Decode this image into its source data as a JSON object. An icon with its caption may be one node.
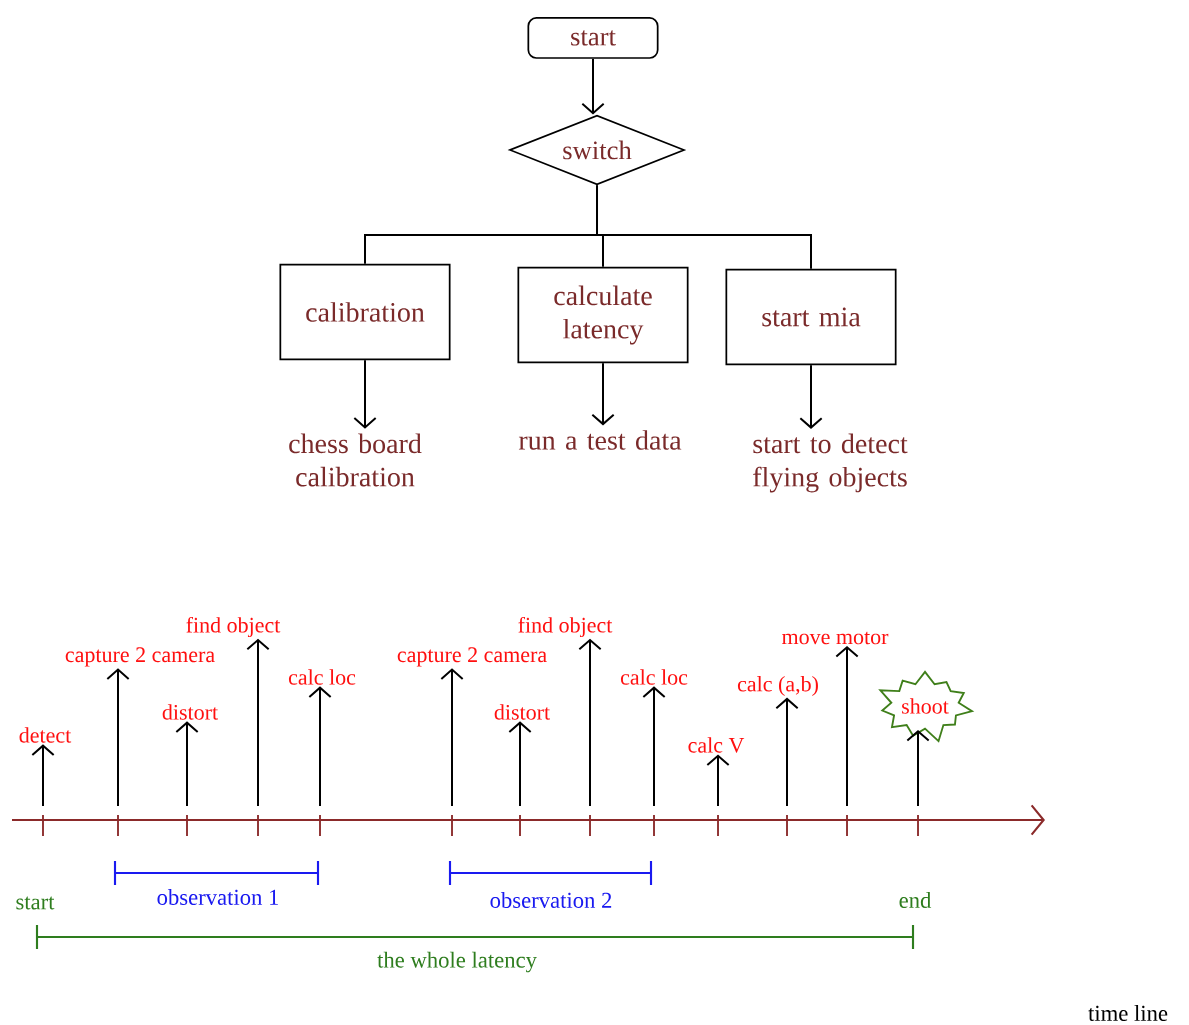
{
  "diagram": {
    "nodes": [
      {
        "text": [
          "start"
        ]
      },
      {
        "text": [
          "switch"
        ]
      },
      {
        "text": [
          "calibration"
        ]
      },
      {
        "text": [
          "calculate latency"
        ]
      },
      {
        "text": [
          "start mia"
        ]
      },
      {
        "text": [
          "chess board calibration"
        ]
      },
      {
        "text": [
          "run a test data"
        ]
      },
      {
        "text": [
          "start to detect flying objects"
        ]
      },
      {
        "text": [
          "detect"
        ]
      },
      {
        "text": [
          "capture 2 camera"
        ]
      },
      {
        "text": [
          "distort"
        ]
      },
      {
        "text": [
          "find object"
        ]
      },
      {
        "text": [
          "calc loc"
        ]
      },
      {
        "text": [
          "capture 2 camera"
        ]
      },
      {
        "text": [
          "distort"
        ]
      },
      {
        "text": [
          "find object"
        ]
      },
      {
        "text": [
          "calc loc"
        ]
      },
      {
        "text": [
          "calc V"
        ]
      },
      {
        "text": [
          "calc (a,b)"
        ]
      },
      {
        "text": [
          "move motor"
        ]
      },
      {
        "text": [
          "shoot"
        ]
      },
      {
        "text": [],
        "shape": "arrow"
      }
    ],
    "edges": [
      {
        "from": 0,
        "to": 1,
        "arrow": "to"
      },
      {
        "from": 1,
        "to": 2,
        "arrow": "none"
      },
      {
        "from": 1,
        "to": 3,
        "arrow": "none"
      },
      {
        "from": 1,
        "to": 4,
        "arrow": "none"
      },
      {
        "from": 2,
        "to": 5,
        "arrow": "to"
      },
      {
        "from": 3,
        "to": 6,
        "arrow": "to"
      },
      {
        "from": 4,
        "to": 7,
        "arrow": "to"
      },
      {
        "from": 21,
        "to": 8,
        "arrow": "to"
      },
      {
        "from": 21,
        "to": 9,
        "arrow": "to"
      },
      {
        "from": 21,
        "to": 10,
        "arrow": "to"
      },
      {
        "from": 21,
        "to": 11,
        "arrow": "to"
      },
      {
        "from": 21,
        "to": 12,
        "arrow": "to"
      },
      {
        "from": 21,
        "to": 13,
        "arrow": "to"
      },
      {
        "from": 21,
        "to": 14,
        "arrow": "to"
      },
      {
        "from": 21,
        "to": 15,
        "arrow": "to"
      },
      {
        "from": 21,
        "to": 16,
        "arrow": "to"
      },
      {
        "from": 21,
        "to": 17,
        "arrow": "to"
      },
      {
        "from": 21,
        "to": 18,
        "arrow": "to"
      },
      {
        "from": 21,
        "to": 19,
        "arrow": "to"
      },
      {
        "from": 21,
        "to": 20,
        "arrow": "to"
      }
    ],
    "labels": [
      "observation 1",
      "observation 2",
      "start",
      "end",
      "the whole latency",
      "time line"
    ]
  }
}
